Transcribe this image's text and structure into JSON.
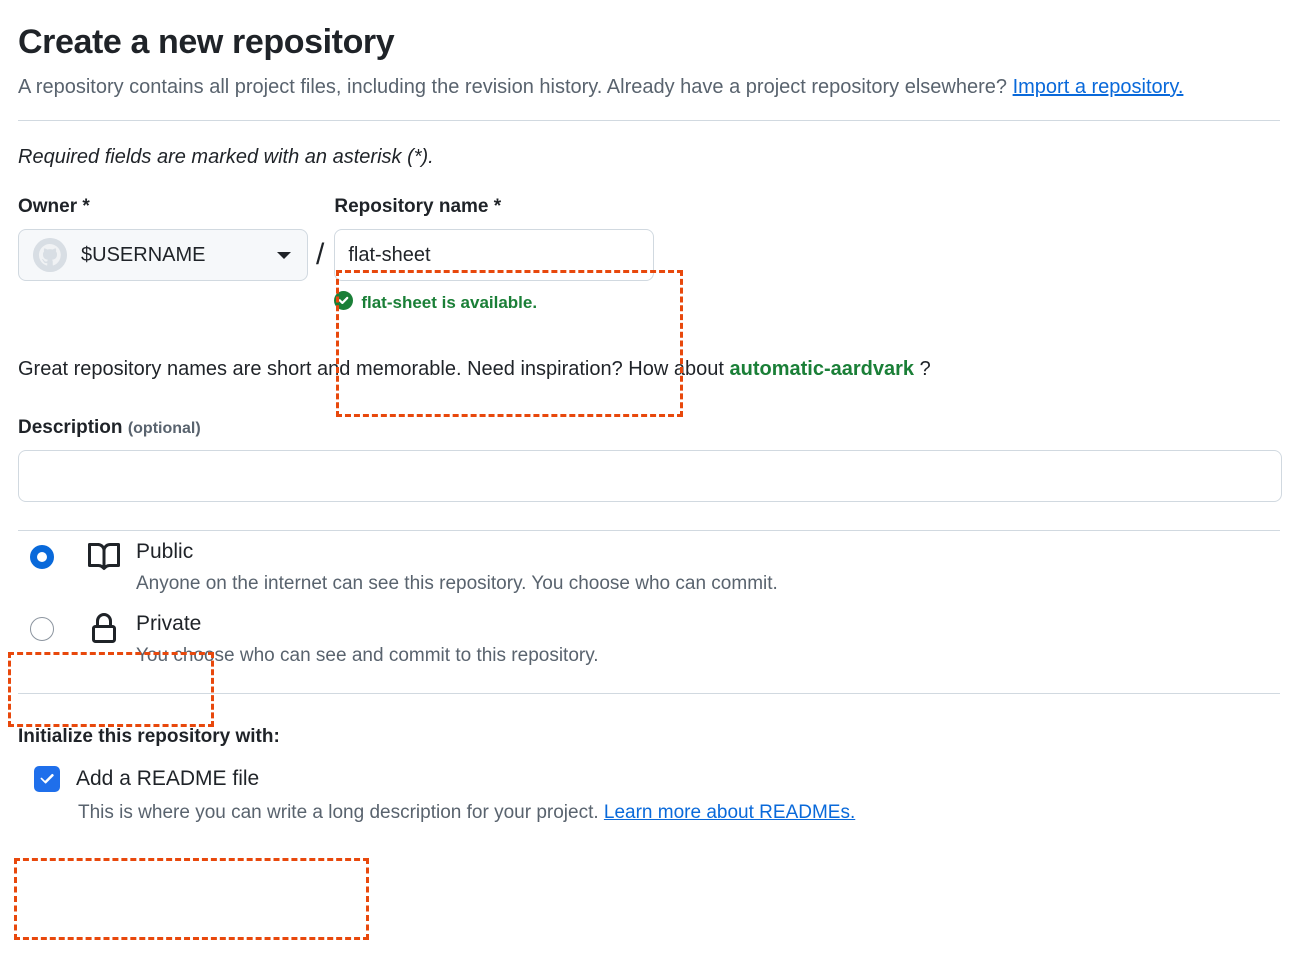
{
  "header": {
    "title": "Create a new repository",
    "intro_before_link": "A repository contains all project files, including the revision history. Already have a project repository elsewhere? ",
    "import_link": "Import a repository.",
    "required_note": "Required fields are marked with an asterisk (*)."
  },
  "owner": {
    "label": "Owner *",
    "value": "$USERNAME",
    "avatar_icon": "github-mark-icon",
    "caret_icon": "chevron-down-icon"
  },
  "separator": "/",
  "repository_name": {
    "label": "Repository name *",
    "value": "flat-sheet",
    "placeholder": "",
    "availability_icon": "check-circle-icon",
    "availability_text": "flat-sheet is available."
  },
  "inspiration": {
    "prefix": "Great repository names are short and memorable. Need inspiration? How about ",
    "suggestion": "automatic-aardvark",
    "suffix": " ?"
  },
  "description": {
    "label": "Description",
    "optional": "(optional)",
    "value": "",
    "placeholder": ""
  },
  "visibility": {
    "options": [
      {
        "id": "public",
        "icon": "book-icon",
        "title": "Public",
        "description": "Anyone on the internet can see this repository. You choose who can commit.",
        "selected": true
      },
      {
        "id": "private",
        "icon": "lock-icon",
        "title": "Private",
        "description": "You choose who can see and commit to this repository.",
        "selected": false
      }
    ]
  },
  "initialize": {
    "title": "Initialize this repository with:",
    "readme": {
      "label": "Add a README file",
      "checked": true,
      "checkbox_icon": "checkmark-icon",
      "description_prefix": "This is where you can write a long description for your project. ",
      "description_link": "Learn more about READMEs."
    }
  },
  "annotations": {
    "boxes": [
      {
        "name": "repository-name-annotation"
      },
      {
        "name": "public-visibility-annotation"
      },
      {
        "name": "initialize-annotation"
      }
    ],
    "color": "#e8480c"
  },
  "colors": {
    "accent_blue": "#0969da",
    "success_green": "#1a7f37",
    "text_primary": "#1f2328",
    "text_muted": "#59636e",
    "border": "#d1d9e0",
    "annotation": "#e8480c"
  }
}
